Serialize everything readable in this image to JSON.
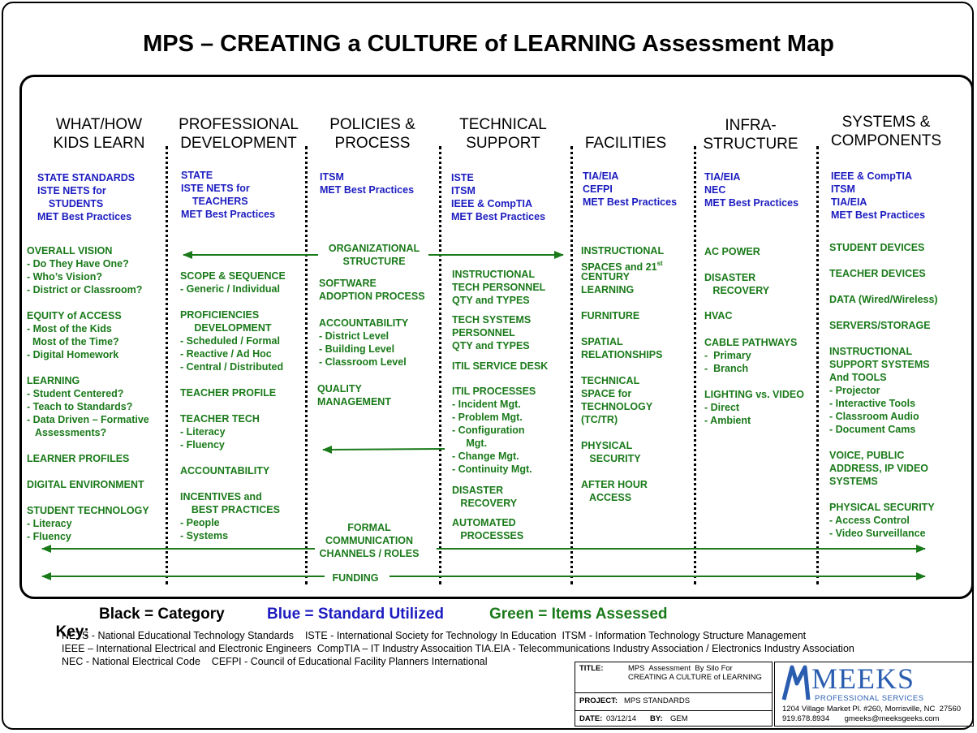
{
  "title": "MPS – CREATING a CULTURE of LEARNING Assessment Map",
  "categories": [
    {
      "l1": "WHAT/HOW",
      "l2": "KIDS LEARN"
    },
    {
      "l1": "PROFESSIONAL",
      "l2": "DEVELOPMENT"
    },
    {
      "l1": "POLICIES &",
      "l2": "PROCESS"
    },
    {
      "l1": "TECHNICAL",
      "l2": "SUPPORT"
    },
    {
      "l1": "",
      "l2": "FACILITIES"
    },
    {
      "l1": "INFRA-",
      "l2": "STRUCTURE"
    },
    {
      "l1": "SYSTEMS &",
      "l2": "COMPONENTS"
    }
  ],
  "standards": [
    "STATE STANDARDS\nISTE NETS for\n    STUDENTS\nMET Best Practices",
    "STATE\nISTE NETS for\n    TEACHERS\nMET Best Practices",
    "ITSM\nMET Best Practices",
    "ISTE\nITSM\nIEEE & CompTIA\nMET Best Practices",
    "TIA/EIA\nCEFPI\nMET Best Practices",
    "TIA/EIA\nNEC\nMET Best Practices",
    "IEEE & CompTIA\nITSM\nTIA/EIA\nMET Best Practices"
  ],
  "items": {
    "kids": [
      "OVERALL VISION\n- Do They Have One?\n- Who’s Vision?\n- District or Classroom?",
      "EQUITY of ACCESS\n- Most of the Kids\n  Most of the Time?\n- Digital Homework",
      "LEARNING\n- Student Centered?\n- Teach to Standards?\n- Data Driven – Formative\n   Assessments?",
      "LEARNER PROFILES",
      "DIGITAL ENVIRONMENT",
      "STUDENT TECHNOLOGY\n- Literacy\n- Fluency"
    ],
    "pd": [
      "SCOPE & SEQUENCE\n- Generic / Individual",
      "PROFICIENCIES\n     DEVELOPMENT\n- Scheduled / Formal\n- Reactive / Ad Hoc\n- Central / Distributed",
      "TEACHER PROFILE",
      "TEACHER TECH\n- Literacy\n- Fluency",
      "ACCOUNTABILITY",
      "INCENTIVES and\n    BEST PRACTICES\n- People\n- Systems"
    ],
    "policies": [
      "ORGANIZATIONAL\nSTRUCTURE",
      "SOFTWARE\nADOPTION PROCESS",
      "ACCOUNTABILITY\n- District Level\n- Building Level\n- Classroom Level",
      "QUALITY\nMANAGEMENT",
      "FORMAL\nCOMMUNICATION\nCHANNELS / ROLES",
      "FUNDING"
    ],
    "tech": [
      "INSTRUCTIONAL\nTECH PERSONNEL\nQTY and TYPES",
      "TECH SYSTEMS\nPERSONNEL\nQTY and TYPES",
      "ITIL SERVICE DESK",
      "ITIL PROCESSES\n- Incident Mgt.\n- Problem Mgt.\n- Configuration\n     Mgt.\n- Change Mgt.\n- Continuity Mgt.",
      "DISASTER\n   RECOVERY",
      "AUTOMATED\n   PROCESSES"
    ],
    "facilities": [
      "INSTRUCTIONAL\nSPACES and 21",
      "st",
      "CENTURY\nLEARNING",
      "FURNITURE",
      "SPATIAL\nRELATIONSHIPS",
      "TECHNICAL\nSPACE for\nTECHNOLOGY\n(TC/TR)",
      "PHYSICAL\n   SECURITY",
      "AFTER HOUR\n   ACCESS"
    ],
    "infra": [
      "AC POWER",
      "DISASTER\n   RECOVERY",
      "HVAC",
      "CABLE PATHWAYS\n-  Primary\n-  Branch",
      "LIGHTING vs. VIDEO\n- Direct\n- Ambient"
    ],
    "systems": [
      "STUDENT DEVICES",
      "TEACHER DEVICES",
      "DATA (Wired/Wireless)",
      "SERVERS/STORAGE",
      "INSTRUCTIONAL\nSUPPORT SYSTEMS\nAnd TOOLS\n- Projector\n- Interactive Tools\n- Classroom Audio\n- Document Cams",
      "VOICE, PUBLIC\nADDRESS, IP VIDEO\nSYSTEMS",
      "PHYSICAL SECURITY\n- Access Control\n- Video Surveillance"
    ]
  },
  "key": {
    "label": "Key:",
    "black": "Black = Category",
    "blue": "Blue = Standard Utilized",
    "green": "Green = Items Assessed"
  },
  "abbreviations": [
    "NETS - National Educational Technology Standards    ISTE - International Society for Technology In Education  ITSM - Information Technology Structure Management",
    "IEEE – International Electrical and Electronic Engineers  CompTIA – IT Industry Assocaition TIA.EIA - Telecommunications Industry Association / Electronics Industry Association",
    "NEC - National Electrical Code    CEFPI - Council of Educational Facility Planners International"
  ],
  "titleblock": {
    "title_label": "TITLE:",
    "title_value": "MPS  Assessment  By Silo For\nCREATING A CULTURE of LEARNING",
    "project_label": "PROJECT:",
    "project_value": "MPS STANDARDS",
    "date_label": "DATE:",
    "date_value": "03/12/14",
    "by_label": "BY:",
    "by_value": "GEM",
    "logo_text": "MEEKS",
    "logo_sub": "PROFESSIONAL SERVICES",
    "address": "1204 Village Market Pl. #260, Morrisville, NC  27560",
    "contact": "919.678.8934       gmeeks@meeksgeeks.com"
  },
  "colors": {
    "blue": "#1c1cc0",
    "green": "#1a7a1a",
    "logo_blue": "#2a5db0"
  }
}
